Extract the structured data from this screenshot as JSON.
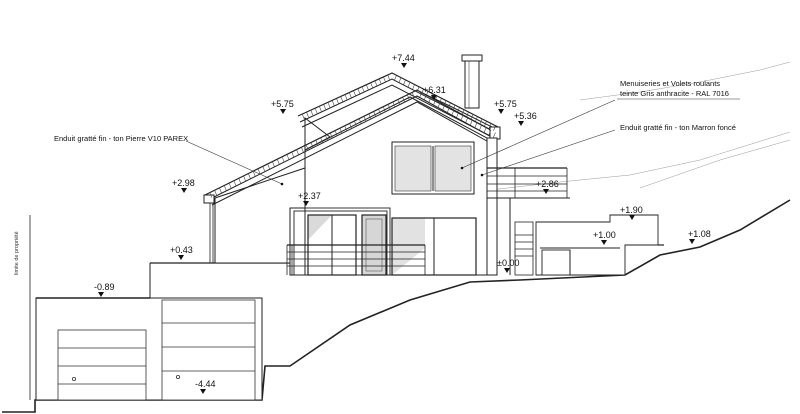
{
  "annotations": {
    "joinery_line1": "Menuiseries et Volets roulants",
    "joinery_line2": "teinte Gris anthracite - RAL 7016",
    "render_brown": "Enduit gratté fin - ton Marron foncé",
    "render_stone": "Enduit gratté fin - ton Pierre V10 PAREX",
    "property_limit": "limite de propriété"
  },
  "levels": {
    "ridge_main": "+7.44",
    "ridge_upper": "+6.31",
    "eave_left": "+5.75",
    "eave_right": "+5.75",
    "eave_right_low": "+5.36",
    "lower_roof_eave": "+2.98",
    "terrace_floor": "+2.37",
    "balcony": "+2.86",
    "garden_wall": "+1.90",
    "pool_terrace": "+1.00",
    "natural_ground": "+1.08",
    "ground_floor": "±0.00",
    "upper_terrace": "+0.43",
    "garage_roof": "-0.89",
    "garage_floor": "-4.44"
  },
  "colors": {
    "line": "#222222",
    "thin_line": "#7a7a7a",
    "glass": "#d6d6d6",
    "glass_light": "#e6e6e6",
    "roof_tile": "#444444"
  }
}
